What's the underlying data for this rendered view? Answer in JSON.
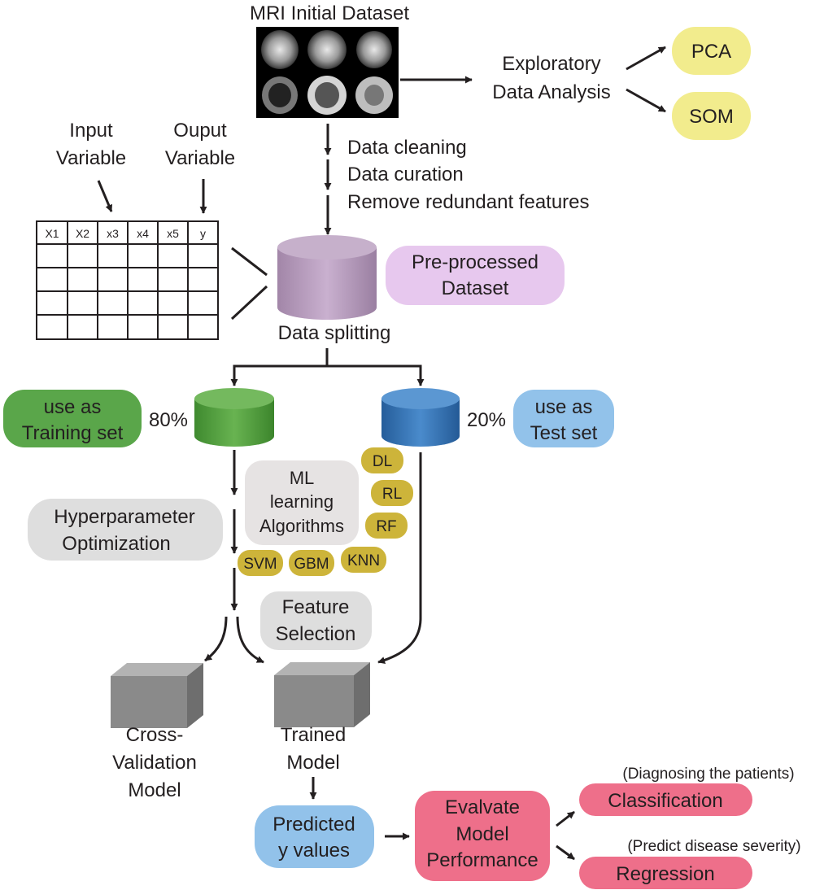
{
  "colors": {
    "arrow": "#231f20",
    "yellow_pill": "#f2ec8d",
    "purple_pill": "#e7c8ee",
    "purple_cylinder": "#b79bbd",
    "green_pill": "#5aa64a",
    "green_cylinder": "#4f9c3d",
    "blue_pill": "#92c2ea",
    "blue_cylinder": "#2f6eb0",
    "grey_pill": "#dedede",
    "olive_pill": "#cdb43a",
    "box": "#8a8a8a",
    "pink_pill": "#ee6f8a"
  },
  "mri": {
    "title": "MRI Initial Dataset",
    "image_icons": [
      "brain-scan-icon",
      "brain-scan-icon",
      "brain-scan-icon",
      "brain-scan-icon",
      "brain-scan-icon",
      "brain-scan-icon"
    ]
  },
  "eda": {
    "label_line1": "Exploratory",
    "label_line2": "Data Analysis",
    "pca": "PCA",
    "som": "SOM"
  },
  "cleaning_steps": [
    "Data cleaning",
    "Data curation",
    "Remove redundant features"
  ],
  "variables": {
    "input_line1": "Input",
    "input_line2": "Variable",
    "output_line1": "Ouput",
    "output_line2": "Variable"
  },
  "table": {
    "headers": [
      "X1",
      "X2",
      "x3",
      "x4",
      "x5",
      "y"
    ],
    "empty_rows": 4
  },
  "preprocessed": {
    "line1": "Pre-processed",
    "line2": "Dataset"
  },
  "splitting": {
    "label": "Data splitting",
    "train_pct": "80%",
    "test_pct": "20%",
    "train_line1": "use as",
    "train_line2": "Training set",
    "test_line1": "use as",
    "test_line2": "Test set"
  },
  "ml": {
    "line1": "ML",
    "line2": "learning",
    "line3": "Algorithms",
    "algorithms": [
      "DL",
      "RL",
      "RF",
      "SVM",
      "GBM",
      "KNN"
    ]
  },
  "hyper": {
    "line1": "Hyperparameter",
    "line2": "Optimization"
  },
  "feature": {
    "line1": "Feature",
    "line2": "Selection"
  },
  "cv_model": {
    "line1": "Cross-",
    "line2": "Validation",
    "line3": "Model"
  },
  "trained_model": {
    "line1": "Trained",
    "line2": "Model"
  },
  "predicted": {
    "line1": "Predicted",
    "line2": "y values"
  },
  "evaluate": {
    "line1": "Evalvate",
    "line2": "Model",
    "line3": "Performance"
  },
  "outcomes": {
    "classification_note": "(Diagnosing the patients)",
    "classification": "Classification",
    "regression_note": "(Predict disease severity)",
    "regression": "Regression"
  }
}
